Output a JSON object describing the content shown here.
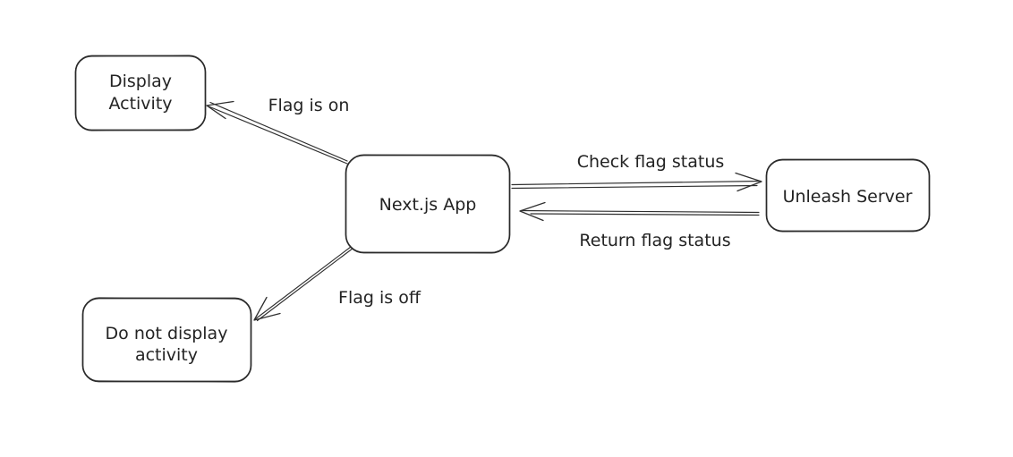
{
  "canvas": {
    "background_color": "#ffffff",
    "stroke_color": "#2b2b2b",
    "text_color": "#232323",
    "style": "hand-drawn"
  },
  "diagram": {
    "nodes": [
      {
        "id": "display-activity",
        "lines": [
          "Display",
          "Activity"
        ]
      },
      {
        "id": "nextjs-app",
        "lines": [
          "Next.js App"
        ]
      },
      {
        "id": "unleash-server",
        "lines": [
          "Unleash Server"
        ]
      },
      {
        "id": "do-not-display-activity",
        "lines": [
          "Do not display",
          "activity"
        ]
      }
    ],
    "edges": [
      {
        "id": "flag-on",
        "label": "Flag is on",
        "from": "nextjs-app",
        "to": "display-activity"
      },
      {
        "id": "check-flag-status",
        "label": "Check flag status",
        "from": "nextjs-app",
        "to": "unleash-server"
      },
      {
        "id": "return-flag-status",
        "label": "Return flag status",
        "from": "unleash-server",
        "to": "nextjs-app"
      },
      {
        "id": "flag-off",
        "label": "Flag is off",
        "from": "nextjs-app",
        "to": "do-not-display-activity"
      }
    ]
  }
}
